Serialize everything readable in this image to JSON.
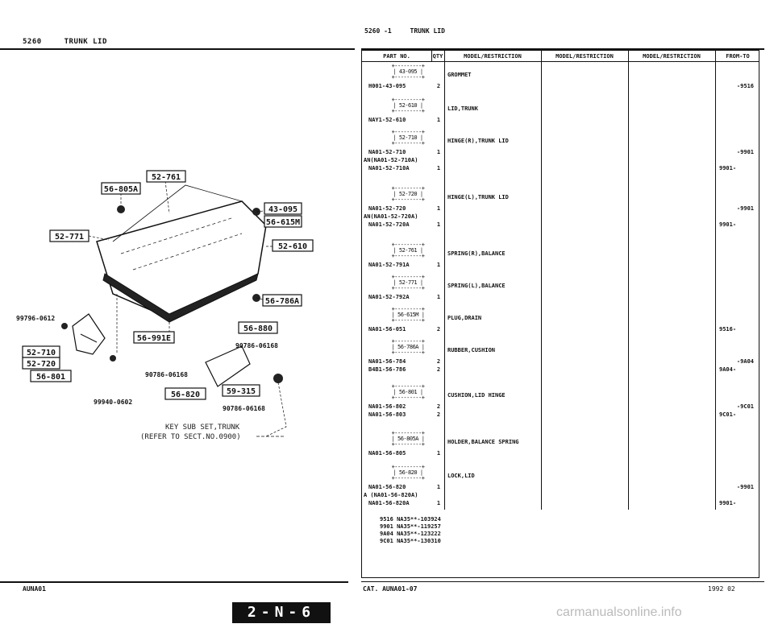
{
  "header": {
    "left_code": "5260",
    "left_title": "TRUNK LID",
    "right_code": "5260 -1",
    "right_title": "TRUNK LID"
  },
  "diagram": {
    "callouts": [
      "52-761",
      "56-805A",
      "43-095",
      "56-615M",
      "52-771",
      "52-610",
      "56-786A",
      "56-880",
      "56-991E",
      "52-710",
      "52-720",
      "56-801",
      "56-820",
      "59-315"
    ],
    "part_labels": [
      "99796-0612",
      "90786-06168",
      "90786-06168",
      "99940-0602",
      "90786-06168"
    ],
    "key_note_1": "KEY SUB SET,TRUNK",
    "key_note_2": "(REFER TO SECT.NO.0900)"
  },
  "table": {
    "columns": [
      "PART NO.",
      "QTY",
      "MODEL/RESTRICTION",
      "MODEL/RESTRICTION",
      "MODEL/RESTRICTION",
      "FROM-TO"
    ],
    "rows": [
      {
        "callout": "43-095",
        "desc": "GROMMET",
        "parts": [
          {
            "no": "H001-43-095",
            "qty": "2",
            "range": "-9516"
          }
        ]
      },
      {
        "callout": "52-610",
        "desc": "LID,TRUNK",
        "parts": [
          {
            "no": "NAY1-52-610",
            "qty": "1",
            "range": ""
          }
        ]
      },
      {
        "callout": "52-710",
        "desc": "HINGE(R),TRUNK LID",
        "parts": [
          {
            "no": "NA01-52-710",
            "qty": "1",
            "range": "-9901"
          },
          {
            "no": "AN(NA01-52-710A)",
            "qty": "",
            "range": ""
          },
          {
            "no": "NA01-52-710A",
            "qty": "1",
            "range": "9901-"
          }
        ]
      },
      {
        "callout": "52-720",
        "desc": "HINGE(L),TRUNK LID",
        "parts": [
          {
            "no": "NA01-52-720",
            "qty": "1",
            "range": "-9901"
          },
          {
            "no": "AN(NA01-52-720A)",
            "qty": "",
            "range": ""
          },
          {
            "no": "NA01-52-720A",
            "qty": "1",
            "range": "9901-"
          }
        ]
      },
      {
        "callout": "52-761",
        "desc": "SPRING(R),BALANCE",
        "parts": [
          {
            "no": "NA01-52-791A",
            "qty": "1",
            "range": ""
          }
        ]
      },
      {
        "callout": "52-771",
        "desc": "SPRING(L),BALANCE",
        "parts": [
          {
            "no": "NA01-52-792A",
            "qty": "1",
            "range": ""
          }
        ]
      },
      {
        "callout": "56-615M",
        "desc": "PLUG,DRAIN",
        "parts": [
          {
            "no": "NA01-56-051",
            "qty": "2",
            "range": "9516-"
          }
        ]
      },
      {
        "callout": "56-786A",
        "desc": "RUBBER,CUSHION",
        "parts": [
          {
            "no": "NA01-56-784",
            "qty": "2",
            "range": "-9A04"
          },
          {
            "no": "B4B1-56-786",
            "qty": "2",
            "range": "9A04-"
          }
        ]
      },
      {
        "callout": "56-801",
        "desc": "CUSHION,LID HINGE",
        "parts": [
          {
            "no": "NA01-56-802",
            "qty": "2",
            "range": "-9C01"
          },
          {
            "no": "NA01-56-803",
            "qty": "2",
            "range": "9C01-"
          }
        ]
      },
      {
        "callout": "56-805A",
        "desc": "HOLDER,BALANCE SPRING",
        "parts": [
          {
            "no": "NA01-56-805",
            "qty": "1",
            "range": ""
          }
        ]
      },
      {
        "callout": "56-820",
        "desc": "LOCK,LID",
        "parts": [
          {
            "no": "NA01-56-820",
            "qty": "1",
            "range": "-9901"
          },
          {
            "no": "A (NA01-56-820A)",
            "qty": "",
            "range": ""
          },
          {
            "no": "NA01-56-820A",
            "qty": "1",
            "range": "9901-"
          }
        ]
      }
    ],
    "notes": [
      "9516 NA35**-103924",
      "9901 NA35**-119257",
      "9A04 NA35**-123222",
      "9C01 NA35**-130310"
    ]
  },
  "footer": {
    "left_code": "AUNA01",
    "catalog": "CAT. AUNA01-07",
    "date": "1992 02",
    "page_badge": "2-N-6",
    "watermark": "carmanualsonline.info"
  }
}
